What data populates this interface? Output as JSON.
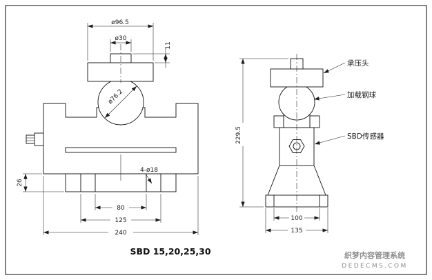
{
  "title": "SBD 15,20,25,30",
  "left_view": {
    "cap_od": "ø96.5",
    "boss_od": "ø30",
    "boss_h": "11",
    "ball_d": "ø76.2",
    "holes": "4-ø18",
    "base_h": "26",
    "w_inner": "80",
    "w_mid": "125",
    "w_outer": "240"
  },
  "right_view": {
    "height": "229.5",
    "base_inner": "100",
    "base_outer": "135",
    "label_pressure_head": "承压头",
    "label_steel_ball": "加载钢球",
    "label_sensor": "SBD传感器"
  },
  "watermark": {
    "line1": "织梦内容管理系统",
    "line2": "DEDECMS.COM"
  }
}
